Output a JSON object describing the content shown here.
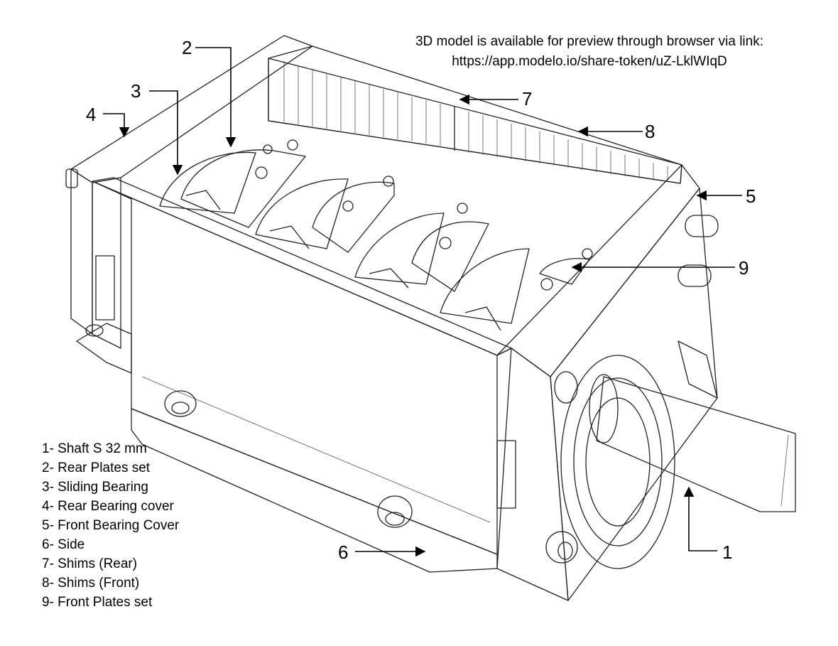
{
  "note": {
    "line1": "3D model is available for preview through browser via link:",
    "line2": "https://app.modelo.io/share-token/uZ-LklWIqD"
  },
  "callouts": {
    "c1": "1",
    "c2": "2",
    "c3": "3",
    "c4": "4",
    "c5": "5",
    "c6": "6",
    "c7": "7",
    "c8": "8",
    "c9": "9"
  },
  "legend": [
    "1- Shaft S 32 mm",
    "2- Rear Plates set",
    "3- Sliding Bearing",
    "4- Rear Bearing cover",
    "5- Front Bearing Cover",
    "6- Side",
    "7- Shims (Rear)",
    "8- Shims (Front)",
    "9- Front Plates set"
  ]
}
